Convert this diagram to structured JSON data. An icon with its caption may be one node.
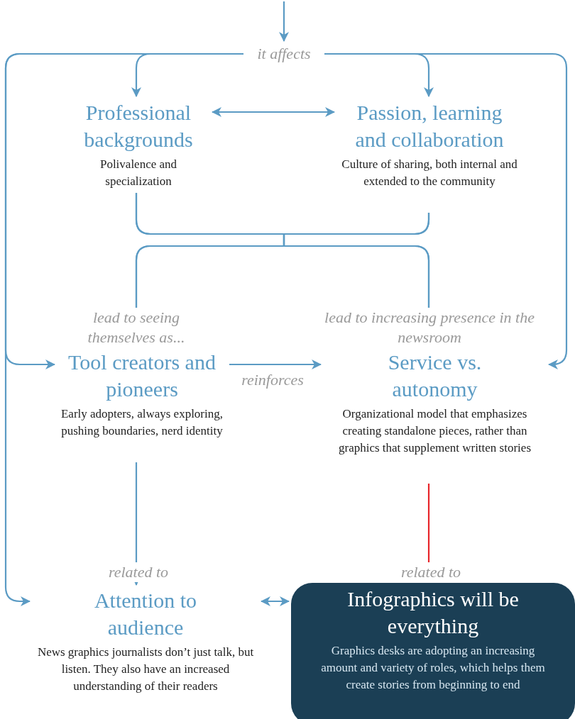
{
  "diagram": {
    "nodes": [
      {
        "text": [
          "it affects"
        ]
      },
      {
        "text": [
          "Professional backgrounds",
          "Polivalence and specialization"
        ]
      },
      {
        "text": [
          "Passion, learning and collaboration",
          "Culture of sharing, both internal and extended to the community"
        ]
      },
      {
        "text": [
          "Tool creators and pioneers",
          "Early adopters, always exploring, pushing boundaries, nerd identity"
        ]
      },
      {
        "text": [
          "Service vs. autonomy",
          "Organizational model that emphasizes creating standalone pieces, rather than graphics that supplement written stories"
        ]
      },
      {
        "text": [
          "Attention to audience",
          "News graphics journalists don’t just talk, but listen. They also have an increased understanding of their readers"
        ]
      },
      {
        "text": [
          "Infographics will be everything",
          "Graphics desks are adopting an increasing amount and variety of roles, which helps them create stories from beginning to end"
        ]
      }
    ],
    "edges": [
      {
        "from": null,
        "to": 0,
        "arrow": "to"
      },
      {
        "from": 0,
        "to": 1,
        "arrow": "to"
      },
      {
        "from": 0,
        "to": 2,
        "arrow": "to"
      },
      {
        "from": 0,
        "to": 3,
        "arrow": "to"
      },
      {
        "from": 0,
        "to": 4,
        "arrow": "to"
      },
      {
        "from": 1,
        "to": 2,
        "arrow": "both"
      },
      {
        "from": 1,
        "to": 3,
        "arrow": "to",
        "label": "lead to seeing themselves as..."
      },
      {
        "from": 2,
        "to": 3,
        "arrow": "to"
      },
      {
        "from": 1,
        "to": 4,
        "arrow": "to"
      },
      {
        "from": 2,
        "to": 4,
        "arrow": "to",
        "label": "lead to increasing presence in the newsroom"
      },
      {
        "from": 3,
        "to": 4,
        "arrow": "to",
        "label": "reinforces"
      },
      {
        "from": 3,
        "to": 5,
        "arrow": "to",
        "label": "related to"
      },
      {
        "from": 4,
        "to": 6,
        "arrow": "to",
        "label": "related to",
        "color": "#e8262b"
      },
      {
        "from": 0,
        "to": 5,
        "arrow": "to"
      },
      {
        "from": 5,
        "to": 6,
        "arrow": "both"
      }
    ]
  }
}
